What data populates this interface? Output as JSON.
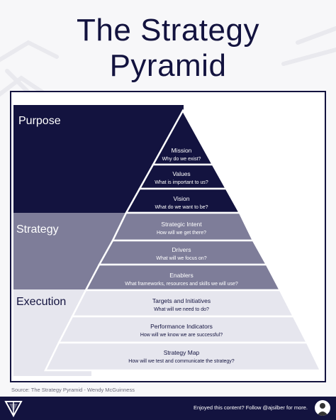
{
  "title_line1": "The Strategy",
  "title_line2": "Pyramid",
  "sections": [
    {
      "label": "Purpose"
    },
    {
      "label": "Strategy"
    },
    {
      "label": "Execution"
    }
  ],
  "levels": [
    {
      "title": "Mission",
      "subtitle": "Why do we exist?"
    },
    {
      "title": "Values",
      "subtitle": "What is important to us?"
    },
    {
      "title": "Vision",
      "subtitle": "What do we want to be?"
    },
    {
      "title": "Strategic Intent",
      "subtitle": "How will we get there?"
    },
    {
      "title": "Drivers",
      "subtitle": "What will we focus on?"
    },
    {
      "title": "Enablers",
      "subtitle": "What frameworks, resources and skills we will use?"
    },
    {
      "title": "Targets and Initiatives",
      "subtitle": "What will we need to do?"
    },
    {
      "title": "Performance Indicators",
      "subtitle": "How will we know we are successful?"
    },
    {
      "title": "Strategy Map",
      "subtitle": "How will we test and communicate the strategy?"
    }
  ],
  "source": "Source: The Strategy Pyramid - Wendy McGuinness",
  "footer_text": "Enjoyed this content? Follow @ajsilber for more.",
  "colors": {
    "navy": "#13133f",
    "purple_gray": "#7e7d99",
    "light_lavender": "#e6e6ee",
    "background": "#f7f7f9"
  },
  "icons": [
    "logo-v-icon",
    "avatar-icon"
  ]
}
